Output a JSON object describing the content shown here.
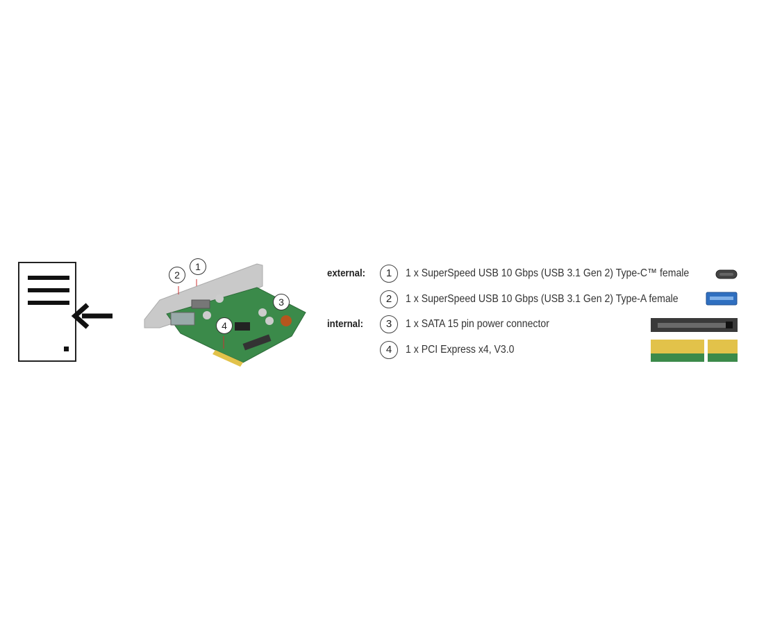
{
  "diagram": {
    "card_callouts": [
      "1",
      "2",
      "3",
      "4"
    ],
    "groups": {
      "external": "external:",
      "internal": "internal:"
    },
    "features": [
      {
        "number": "1",
        "text": "1 x SuperSpeed USB 10 Gbps (USB 3.1 Gen 2) Type-C™ female",
        "icon": "usb-c-port-icon"
      },
      {
        "number": "2",
        "text": "1 x SuperSpeed USB 10 Gbps (USB 3.1 Gen 2) Type-A female",
        "icon": "usb-a-port-icon"
      },
      {
        "number": "3",
        "text": "1 x SATA 15 pin power connector",
        "icon": "sata-connector-icon"
      },
      {
        "number": "4",
        "text": "1 x PCI Express x4, V3.0",
        "icon": "pcie-x4-edge-icon"
      }
    ],
    "colors": {
      "usb_a_blue": "#2f6fc0",
      "pcb_green": "#3b8a4a",
      "gold_contacts": "#e2c24a",
      "connector_dark": "#3a3a3a"
    }
  }
}
